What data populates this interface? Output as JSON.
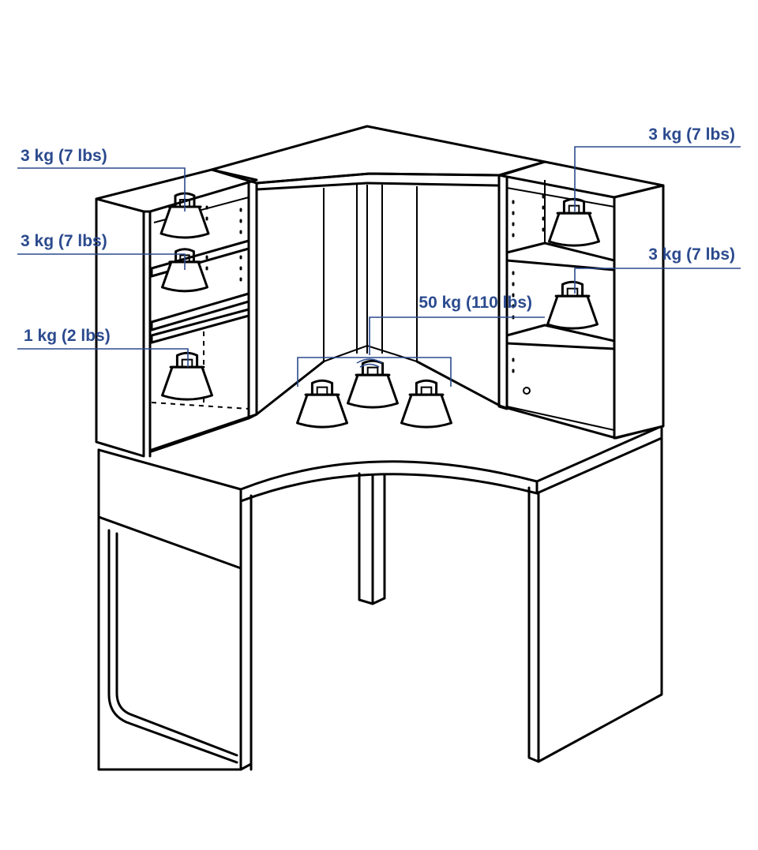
{
  "diagram": {
    "accent_color": "#2b4a8e",
    "labels": {
      "left_top": "3 kg (7 lbs)",
      "left_middle": "3 kg (7 lbs)",
      "left_bottom": "1 kg (2 lbs)",
      "right_top": "3 kg (7 lbs)",
      "right_middle": "3 kg (7 lbs)",
      "desktop": "50 kg (110 lbs)"
    }
  }
}
